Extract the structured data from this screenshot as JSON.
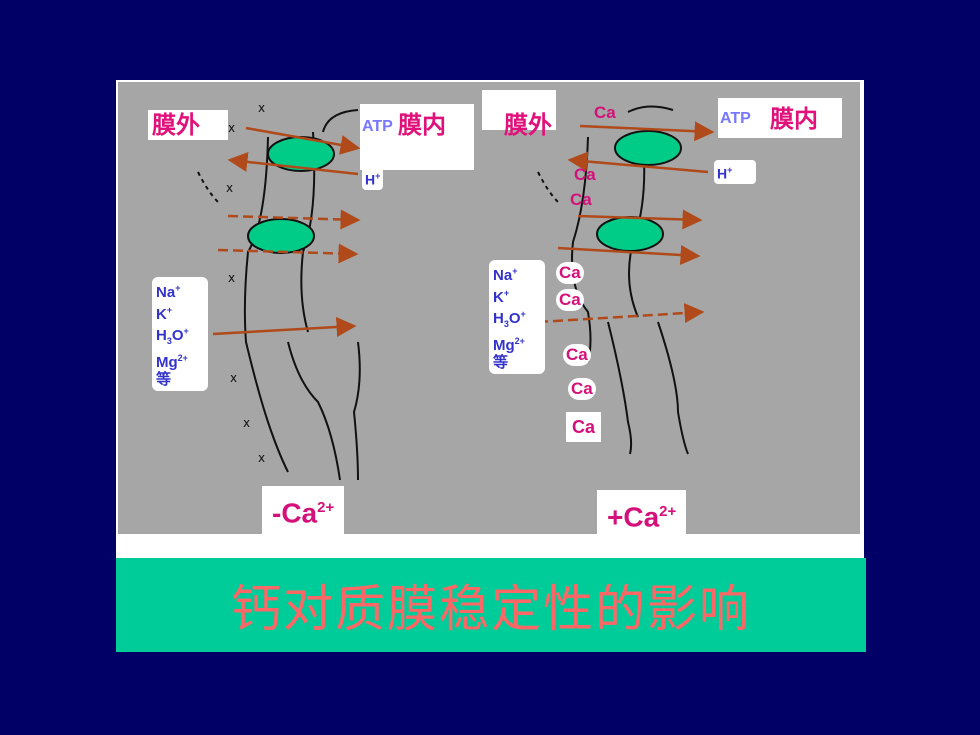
{
  "title": "钙对质膜稳定性的影响",
  "left": {
    "outside_label": "膜外",
    "inside_label": "膜内",
    "atp": "ATP",
    "h": "H",
    "h_sup": "+",
    "ions": [
      {
        "base": "Na",
        "sup": "+"
      },
      {
        "base": "K",
        "sup": "+"
      },
      {
        "base": "H",
        "sub": "3",
        "mid": "O",
        "sup": "+"
      },
      {
        "base": "Mg",
        "sup": "2+"
      },
      {
        "base": "等"
      }
    ],
    "condition": "-Ca",
    "condition_sup": "2+"
  },
  "right": {
    "outside_label": "膜外",
    "inside_label": "膜内",
    "atp": "ATP",
    "h": "H",
    "h_sup": "+",
    "ions": [
      {
        "base": "Na",
        "sup": "+"
      },
      {
        "base": "K",
        "sup": "+"
      },
      {
        "base": "H",
        "sub": "3",
        "mid": "O",
        "sup": "+"
      },
      {
        "base": "Mg",
        "sup": "2+"
      },
      {
        "base": "等"
      }
    ],
    "ca": "Ca",
    "condition": "+Ca",
    "condition_sup": "2+"
  },
  "colors": {
    "background": "#000066",
    "title_bar": "#00cc99",
    "title_text": "#ff6666",
    "label_pink": "#e0117a",
    "ion_blue": "#3333cc",
    "protein_green": "#00cc88",
    "arrow_brown": "#b04a1a"
  }
}
